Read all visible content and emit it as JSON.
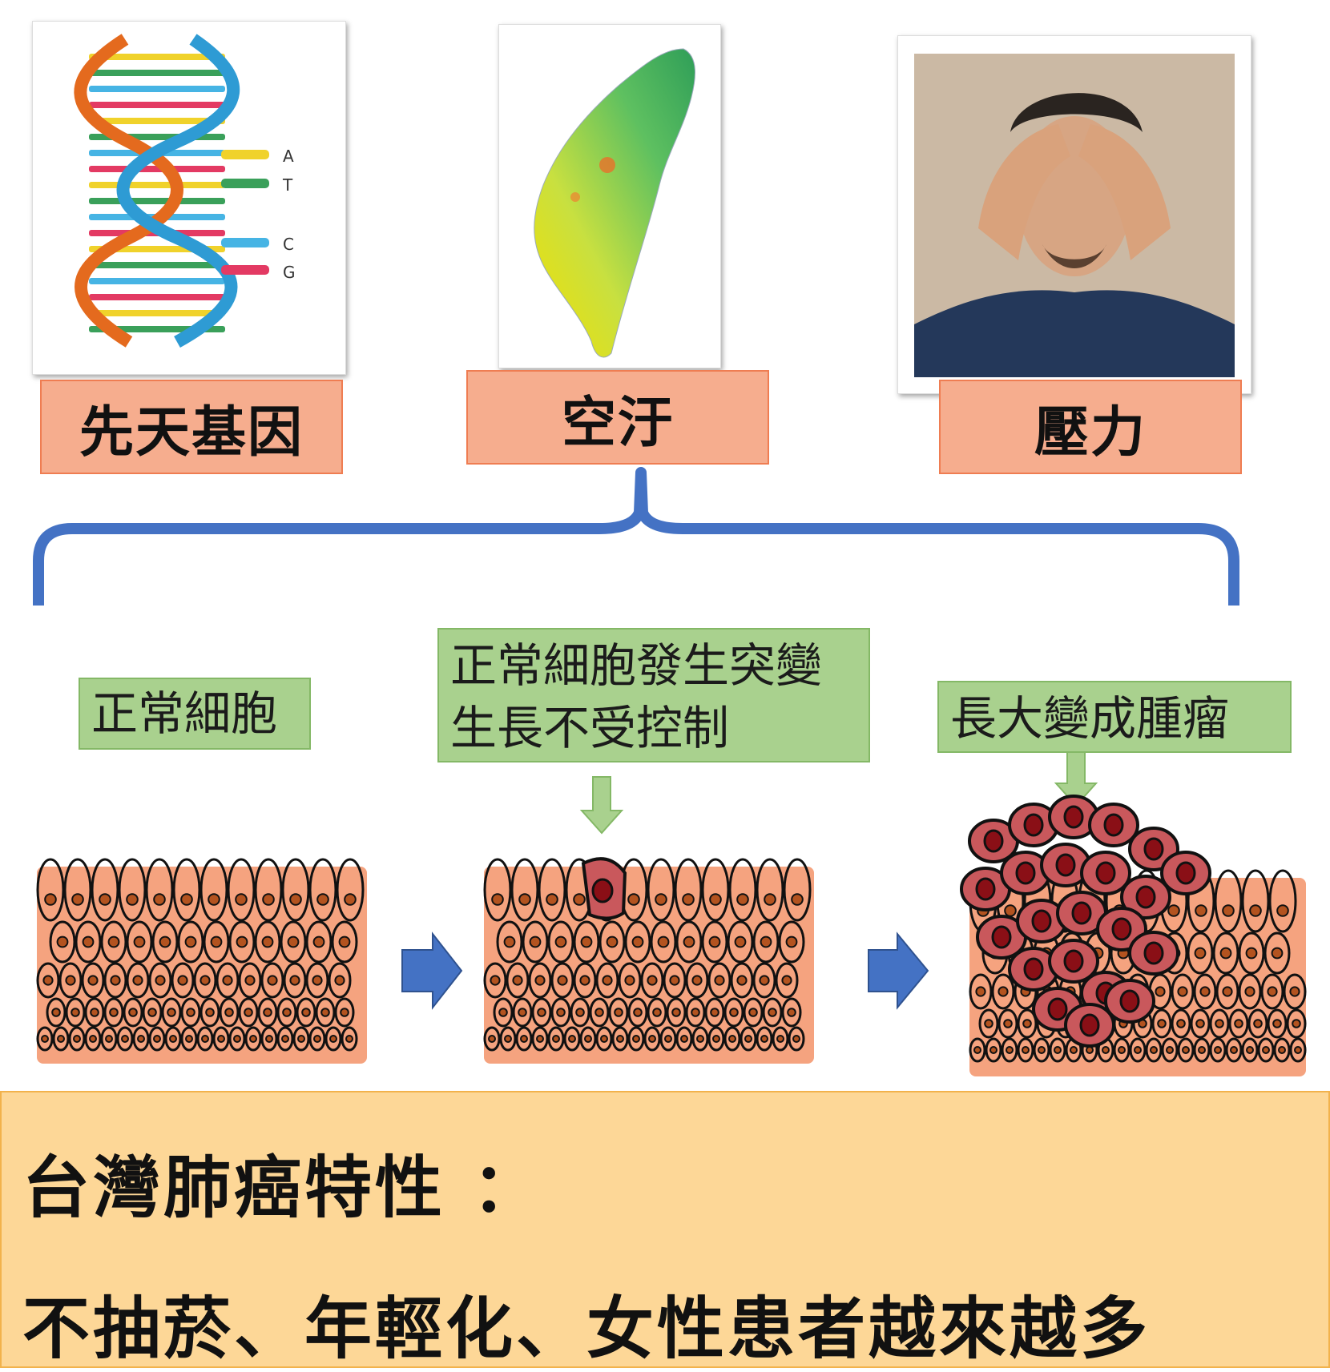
{
  "cause_boxes": {
    "genetic": "先天基因",
    "air_pollution": "空汙",
    "stress": "壓力"
  },
  "dna_bases": [
    "A",
    "T",
    "C",
    "G"
  ],
  "stage_labels": {
    "normal": "正常細胞",
    "mutation_line1": "正常細胞發生突變",
    "mutation_line2": "生長不受控制",
    "tumor": "長大變成腫瘤"
  },
  "summary": {
    "line1": "台灣肺癌特性 ：",
    "line2": "不抽菸、年輕化、女性患者越來越多"
  },
  "colors": {
    "salmon_box": "#f6ad8e",
    "green_box": "#a9d18e",
    "bracket_blue": "#4472c4",
    "summary_bg": "#fdd797",
    "cell_fill": "#f5a37f",
    "tumor_cell": "#c9585c"
  }
}
